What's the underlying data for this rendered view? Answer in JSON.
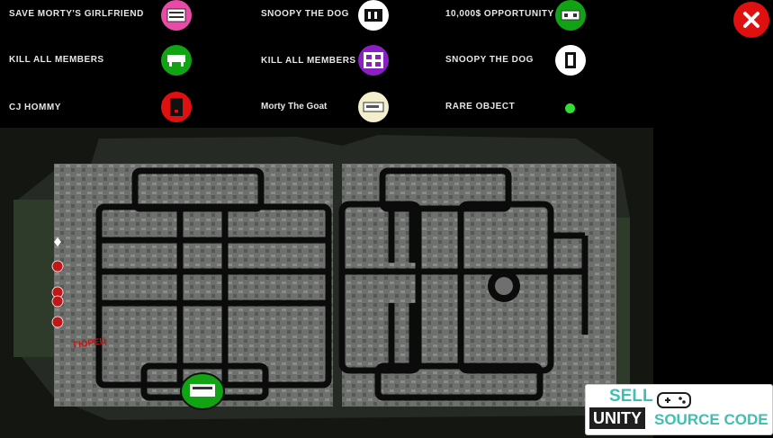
{
  "legend": [
    {
      "label": "SAVE MORTY'S GIRLFRIEND",
      "color": "#e94aa8",
      "icon": "building-icon"
    },
    {
      "label": "SNOOPY THE DOG",
      "color": "#ffffff",
      "icon": "building-icon"
    },
    {
      "label": "10,000$ OPPORTUNITY",
      "color": "#12a314",
      "icon": "building-icon"
    },
    {
      "label": "KILL ALL MEMBERS",
      "color": "#12a314",
      "icon": "building-icon"
    },
    {
      "label": "KILL ALL MEMBERS",
      "color": "#8a1fc4",
      "icon": "building-icon"
    },
    {
      "label": "SNOOPY THE DOG",
      "color": "#ffffff",
      "icon": "building-icon"
    },
    {
      "label": "CJ HOMMY",
      "color": "#e01010",
      "icon": "building-icon"
    },
    {
      "label": "Morty The Goat",
      "color": "#f3efcc",
      "icon": "building-icon"
    },
    {
      "label": "RARE OBJECT",
      "color": "#33dd33",
      "icon": "dot-icon"
    }
  ],
  "map": {
    "marker_text": "ГЮРЕЦ"
  },
  "banner": {
    "sell": "SELL",
    "unity": "UNITY",
    "source_code": "SOURCE CODE"
  },
  "close_icon": "close-icon"
}
